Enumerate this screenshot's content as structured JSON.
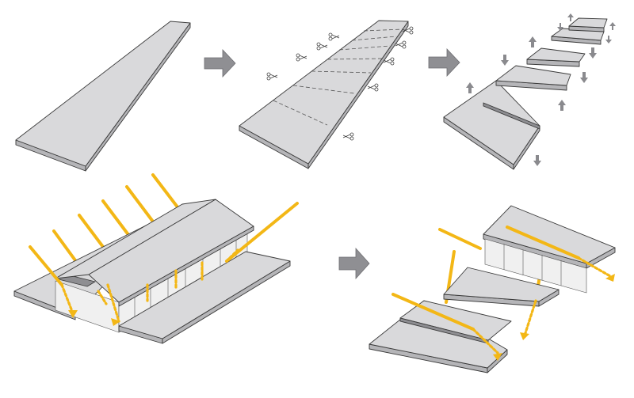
{
  "colors": {
    "slab_top": "#d9d9db",
    "slab_side": "#b5b5b8",
    "sunlight": "#f3b716",
    "arrow": "#8f8f93",
    "outline": "#3a3a3a"
  },
  "diagram": {
    "panels": [
      {
        "id": "single-tapered-slab",
        "icons": []
      },
      {
        "id": "slab-marked-for-cutting",
        "icons": [
          "scissors-icon"
        ],
        "cut_lines": 7
      },
      {
        "id": "slab-segments-displaced",
        "icons": [
          "up-arrow-icon",
          "down-arrow-icon"
        ],
        "segments": 5
      },
      {
        "id": "continuous-roof-sunlight",
        "icons": [
          "sun-ray-icon"
        ]
      },
      {
        "id": "stepped-roof-sunlight",
        "icons": [
          "sun-ray-icon"
        ]
      }
    ],
    "transitions": [
      "step-1-to-2",
      "step-2-to-3",
      "step-4-to-5"
    ]
  }
}
